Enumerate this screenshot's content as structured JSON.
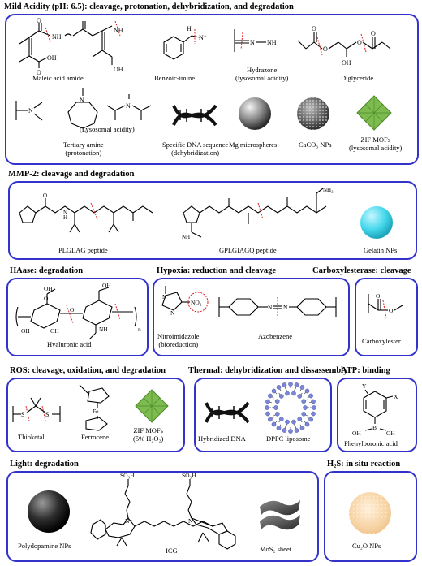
{
  "sections": {
    "mild_acidity": "Mild Acidity (pH: 6.5): cleavage, protonation, dehybridization, and degradation",
    "mmp2": "MMP-2: cleavage and degradation",
    "haase": "HAase: degradation",
    "hypoxia": "Hypoxia: reduction and cleavage",
    "carboxylesterase": "Carboxylesterase: cleavage",
    "ros": "ROS: cleavage, oxidation, and degradation",
    "thermal": "Thermal: dehybridization and dissassembly",
    "atp": "ATP: binding",
    "light": "Light: degradation",
    "h2s": "H₂S: in situ reaction"
  },
  "labels": {
    "maleic": "Maleic acid amide",
    "benzoic": "Benzoic-imine",
    "hydrazone": "Hydrazone",
    "hydrazone_sub": "(lysosomal acidity)",
    "diglyceride": "Diglyceride",
    "lysosomal": "(Lysosomal acidity)",
    "tertiary": "Tertiary amine",
    "tertiary_sub": "(protonation)",
    "dna_seq": "Specific DNA sequence",
    "dna_seq_sub": "(dehybridization)",
    "mg": "Mg microspheres",
    "caco3": "CaCO₃ NPs",
    "zif": "ZIF MOFs",
    "zif_sub": "(lysosomal acidity)",
    "plglag": "PLGLAG peptide",
    "gplgiagq": "GPLGIAGQ peptide",
    "gelatin": "Gelatin NPs",
    "hyaluronic": "Hyaluronic acid",
    "nitro": "Nitroimidazole",
    "nitro_sub": "(bioreduction)",
    "azo": "Azobenzene",
    "carboxylester": "Carboxylester",
    "thioketal": "Thioketal",
    "ferrocene": "Ferrocene",
    "zif_ros": "ZIF MOFs",
    "zif_ros_sub": "(5% H₂O₂)",
    "hyb_dna": "Hybridized DNA",
    "dppc": "DPPC liposome",
    "phenylboronic": "Phenylboronic acid",
    "polydopamine": "Polydopamine NPs",
    "icg": "ICG",
    "mos2": "MoS₂ sheet",
    "cu2o": "Cu₂O NPs"
  },
  "chem": {
    "oh": "OH",
    "o": "O",
    "h": "H",
    "n": "N",
    "nh": "NH",
    "nh2": "NH₂",
    "n_plus": "N⁺",
    "no2": "NO₂",
    "fe": "Fe",
    "s": "S",
    "b": "B",
    "x": "X",
    "y": "Y",
    "so3h": "SO₃H",
    "n_sub": "n"
  },
  "colors": {
    "border": "#3333cc",
    "cleave": "#e02020",
    "gelatin": "#45d8ec",
    "zif": "#7dbb4f",
    "cu2o": "#f6d3a4"
  }
}
